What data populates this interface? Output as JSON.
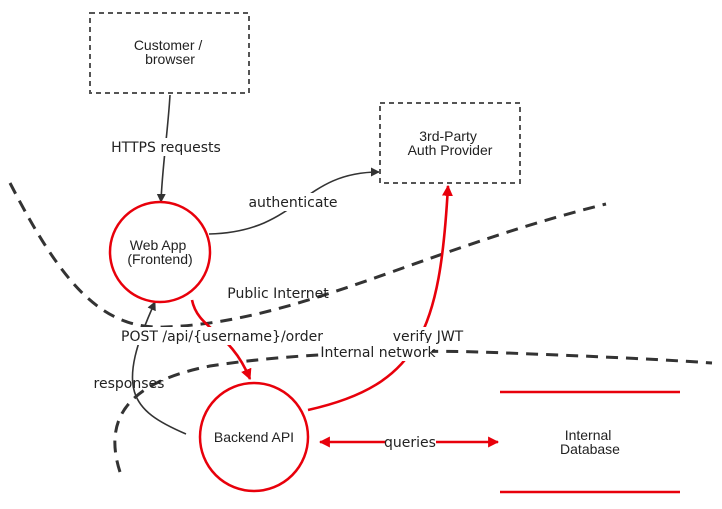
{
  "diagram": {
    "type": "threat-model-dataflow",
    "colors": {
      "external_entity": "#555555",
      "process": "#e8000b",
      "datastore": "#e8000b",
      "flow": "#333333",
      "sensitive_flow": "#e8000b",
      "boundary": "#333333",
      "text": "#222222"
    },
    "nodes": {
      "customer": {
        "kind": "external-entity",
        "lines": [
          "Customer /",
          "browser"
        ]
      },
      "auth_provider": {
        "kind": "external-entity",
        "lines": [
          "3rd-Party",
          "Auth Provider"
        ]
      },
      "web_app": {
        "kind": "process",
        "lines": [
          "Web App",
          "(Frontend)"
        ]
      },
      "backend_api": {
        "kind": "process",
        "lines": [
          "Backend API"
        ]
      },
      "database": {
        "kind": "datastore",
        "lines": [
          "Internal",
          "Database"
        ]
      }
    },
    "edges": {
      "https_requests": {
        "from": "customer",
        "to": "web_app",
        "label": "HTTPS requests",
        "style": "normal"
      },
      "authenticate": {
        "from": "web_app",
        "to": "auth_provider",
        "label": "authenticate",
        "style": "normal"
      },
      "post_order": {
        "from": "web_app",
        "to": "backend_api",
        "label": "POST /api/{username}/order",
        "style": "sensitive"
      },
      "responses": {
        "from": "backend_api",
        "to": "web_app",
        "label": "responses",
        "style": "normal"
      },
      "verify_jwt": {
        "from": "backend_api",
        "to": "auth_provider",
        "label": "verify JWT",
        "style": "sensitive"
      },
      "queries": {
        "from": "backend_api",
        "to": "database",
        "label": "queries",
        "style": "sensitive",
        "bidirectional": true
      }
    },
    "boundaries": {
      "public_internet": {
        "label": "Public Internet"
      },
      "internal_network": {
        "label": "Internal network"
      }
    }
  }
}
